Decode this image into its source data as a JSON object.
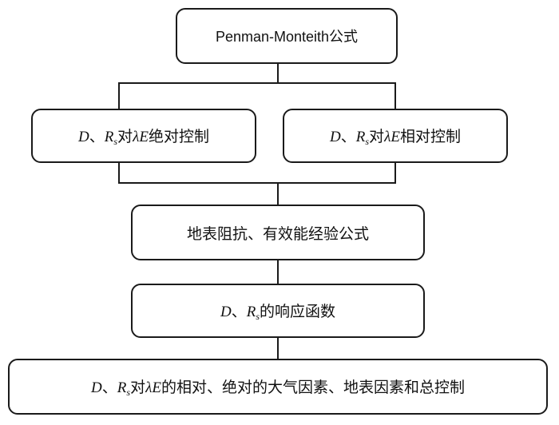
{
  "nodes": {
    "formula": {
      "text": "Penman-Monteith公式"
    },
    "absolute_control": {
      "d": "D",
      "sep": "、",
      "r": "R",
      "r_sub": "s",
      "dui": "对",
      "lambda_e": "λE",
      "tail": "绝对控制"
    },
    "relative_control": {
      "d": "D",
      "sep": "、",
      "r": "R",
      "r_sub": "s",
      "dui": "对",
      "lambda_e": "λE",
      "tail": "相对控制"
    },
    "empirical": {
      "text": "地表阻抗、有效能经验公式"
    },
    "response": {
      "d": "D",
      "sep": "、",
      "r": "R",
      "r_sub": "s",
      "tail": "的响应函数"
    },
    "final": {
      "d": "D",
      "sep": "、",
      "r": "R",
      "r_sub": "s",
      "dui": "对",
      "lambda_e": "λE",
      "tail": "的相对、绝对的大气因素、地表因素和总控制"
    }
  }
}
